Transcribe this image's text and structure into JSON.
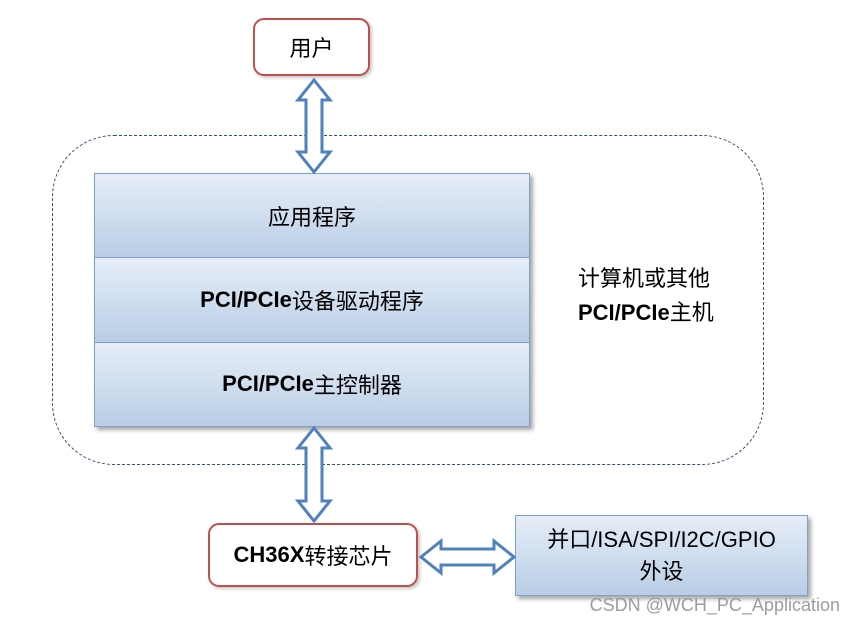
{
  "diagram": {
    "user": {
      "label": "用户"
    },
    "host_stack": {
      "layers": [
        {
          "text": "应用程序"
        },
        {
          "bold": "PCI/PCIe",
          "text": "设备驱动程序"
        },
        {
          "bold": "PCI/PCIe",
          "text": "主控制器"
        }
      ]
    },
    "host_label": {
      "line1": "计算机或其他",
      "line2_bold": "PCI/PCIe",
      "line2_text": "主机"
    },
    "bridge": {
      "bold": "CH36X",
      "text": "转接芯片"
    },
    "peripheral": {
      "line1": "并口/ISA/SPI/I2C/GPIO",
      "line2": "外设"
    }
  },
  "watermark": "CSDN @WCH_PC_Application",
  "colors": {
    "endpoint_border": "#c0504d",
    "arrow_stroke": "#4f81bd",
    "group_outline": "#2f4f7f",
    "layer_fill_top": "#e6eef8",
    "layer_fill_bottom": "#b9cde5",
    "layer_border": "#7f9fce",
    "watermark": "#9c9c9c"
  }
}
